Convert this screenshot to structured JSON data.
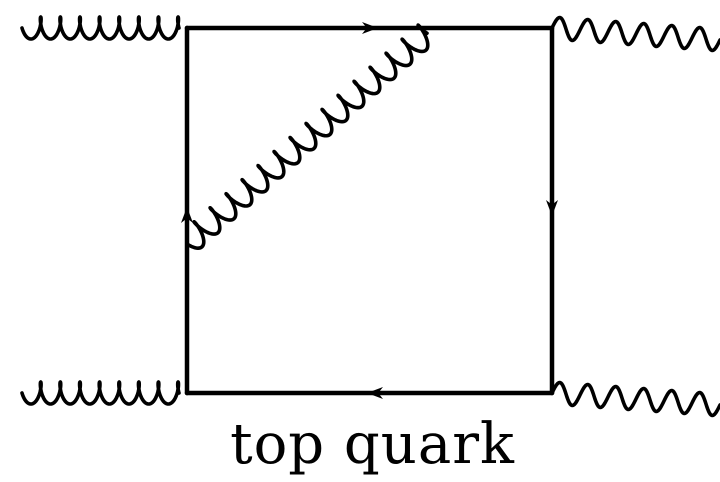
{
  "caption": "top quark",
  "colors": {
    "line": "#000000",
    "background": "#ffffff"
  },
  "diagram": {
    "kind": "feynman-box-diagram",
    "propagators": [
      {
        "name": "top-quark-line-top",
        "style": "fermion",
        "arrow": "right"
      },
      {
        "name": "top-quark-line-right",
        "style": "fermion",
        "arrow": "down"
      },
      {
        "name": "top-quark-line-bottom",
        "style": "fermion",
        "arrow": "left"
      },
      {
        "name": "top-quark-line-left",
        "style": "fermion",
        "arrow": "up"
      },
      {
        "name": "internal-gluon",
        "style": "gluon"
      },
      {
        "name": "incoming-gluon-top",
        "style": "gluon"
      },
      {
        "name": "incoming-gluon-bottom",
        "style": "gluon"
      },
      {
        "name": "outgoing-photon-top",
        "style": "photon"
      },
      {
        "name": "outgoing-photon-bottom",
        "style": "photon"
      }
    ]
  }
}
